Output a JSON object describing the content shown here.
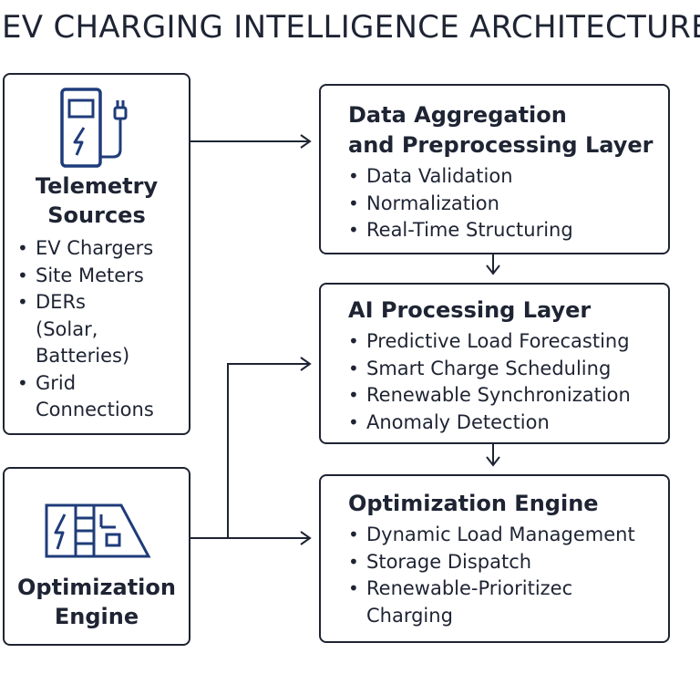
{
  "title": "EV CHARGING INTELLIGENCE ARCHITECTURE",
  "telemetry": {
    "title_line1": "Telemetry",
    "title_line2": "Sources",
    "items": [
      "EV Chargers",
      "Site Meters",
      "DERs (Solar, Batteries)",
      "Grid Connections"
    ]
  },
  "optimization_left": {
    "title_line1": "Optimization",
    "title_line2": "Engine"
  },
  "data_layer": {
    "title_line1": "Data Aggregation",
    "title_line2": "and Preprocessing Layer",
    "items": [
      "Data Validation",
      "Normalization",
      "Real-Time Structuring"
    ]
  },
  "ai_layer": {
    "title": "AI Processing Layer",
    "items": [
      "Predictive Load Forecasting",
      "Smart Charge Scheduling",
      "Renewable Synchronization",
      "Anomaly Detection"
    ]
  },
  "optimization_engine": {
    "title": "Optimization Engine",
    "items": [
      "Dynamic Load Management",
      "Storage Dispatch",
      "Renewable-Prioritizec Charging"
    ]
  },
  "colors": {
    "stroke": "#1e2433",
    "icon": "#1f3c7a"
  },
  "icons": {
    "telemetry": "ev-charger-icon",
    "optimization": "solar-panel-icon"
  }
}
